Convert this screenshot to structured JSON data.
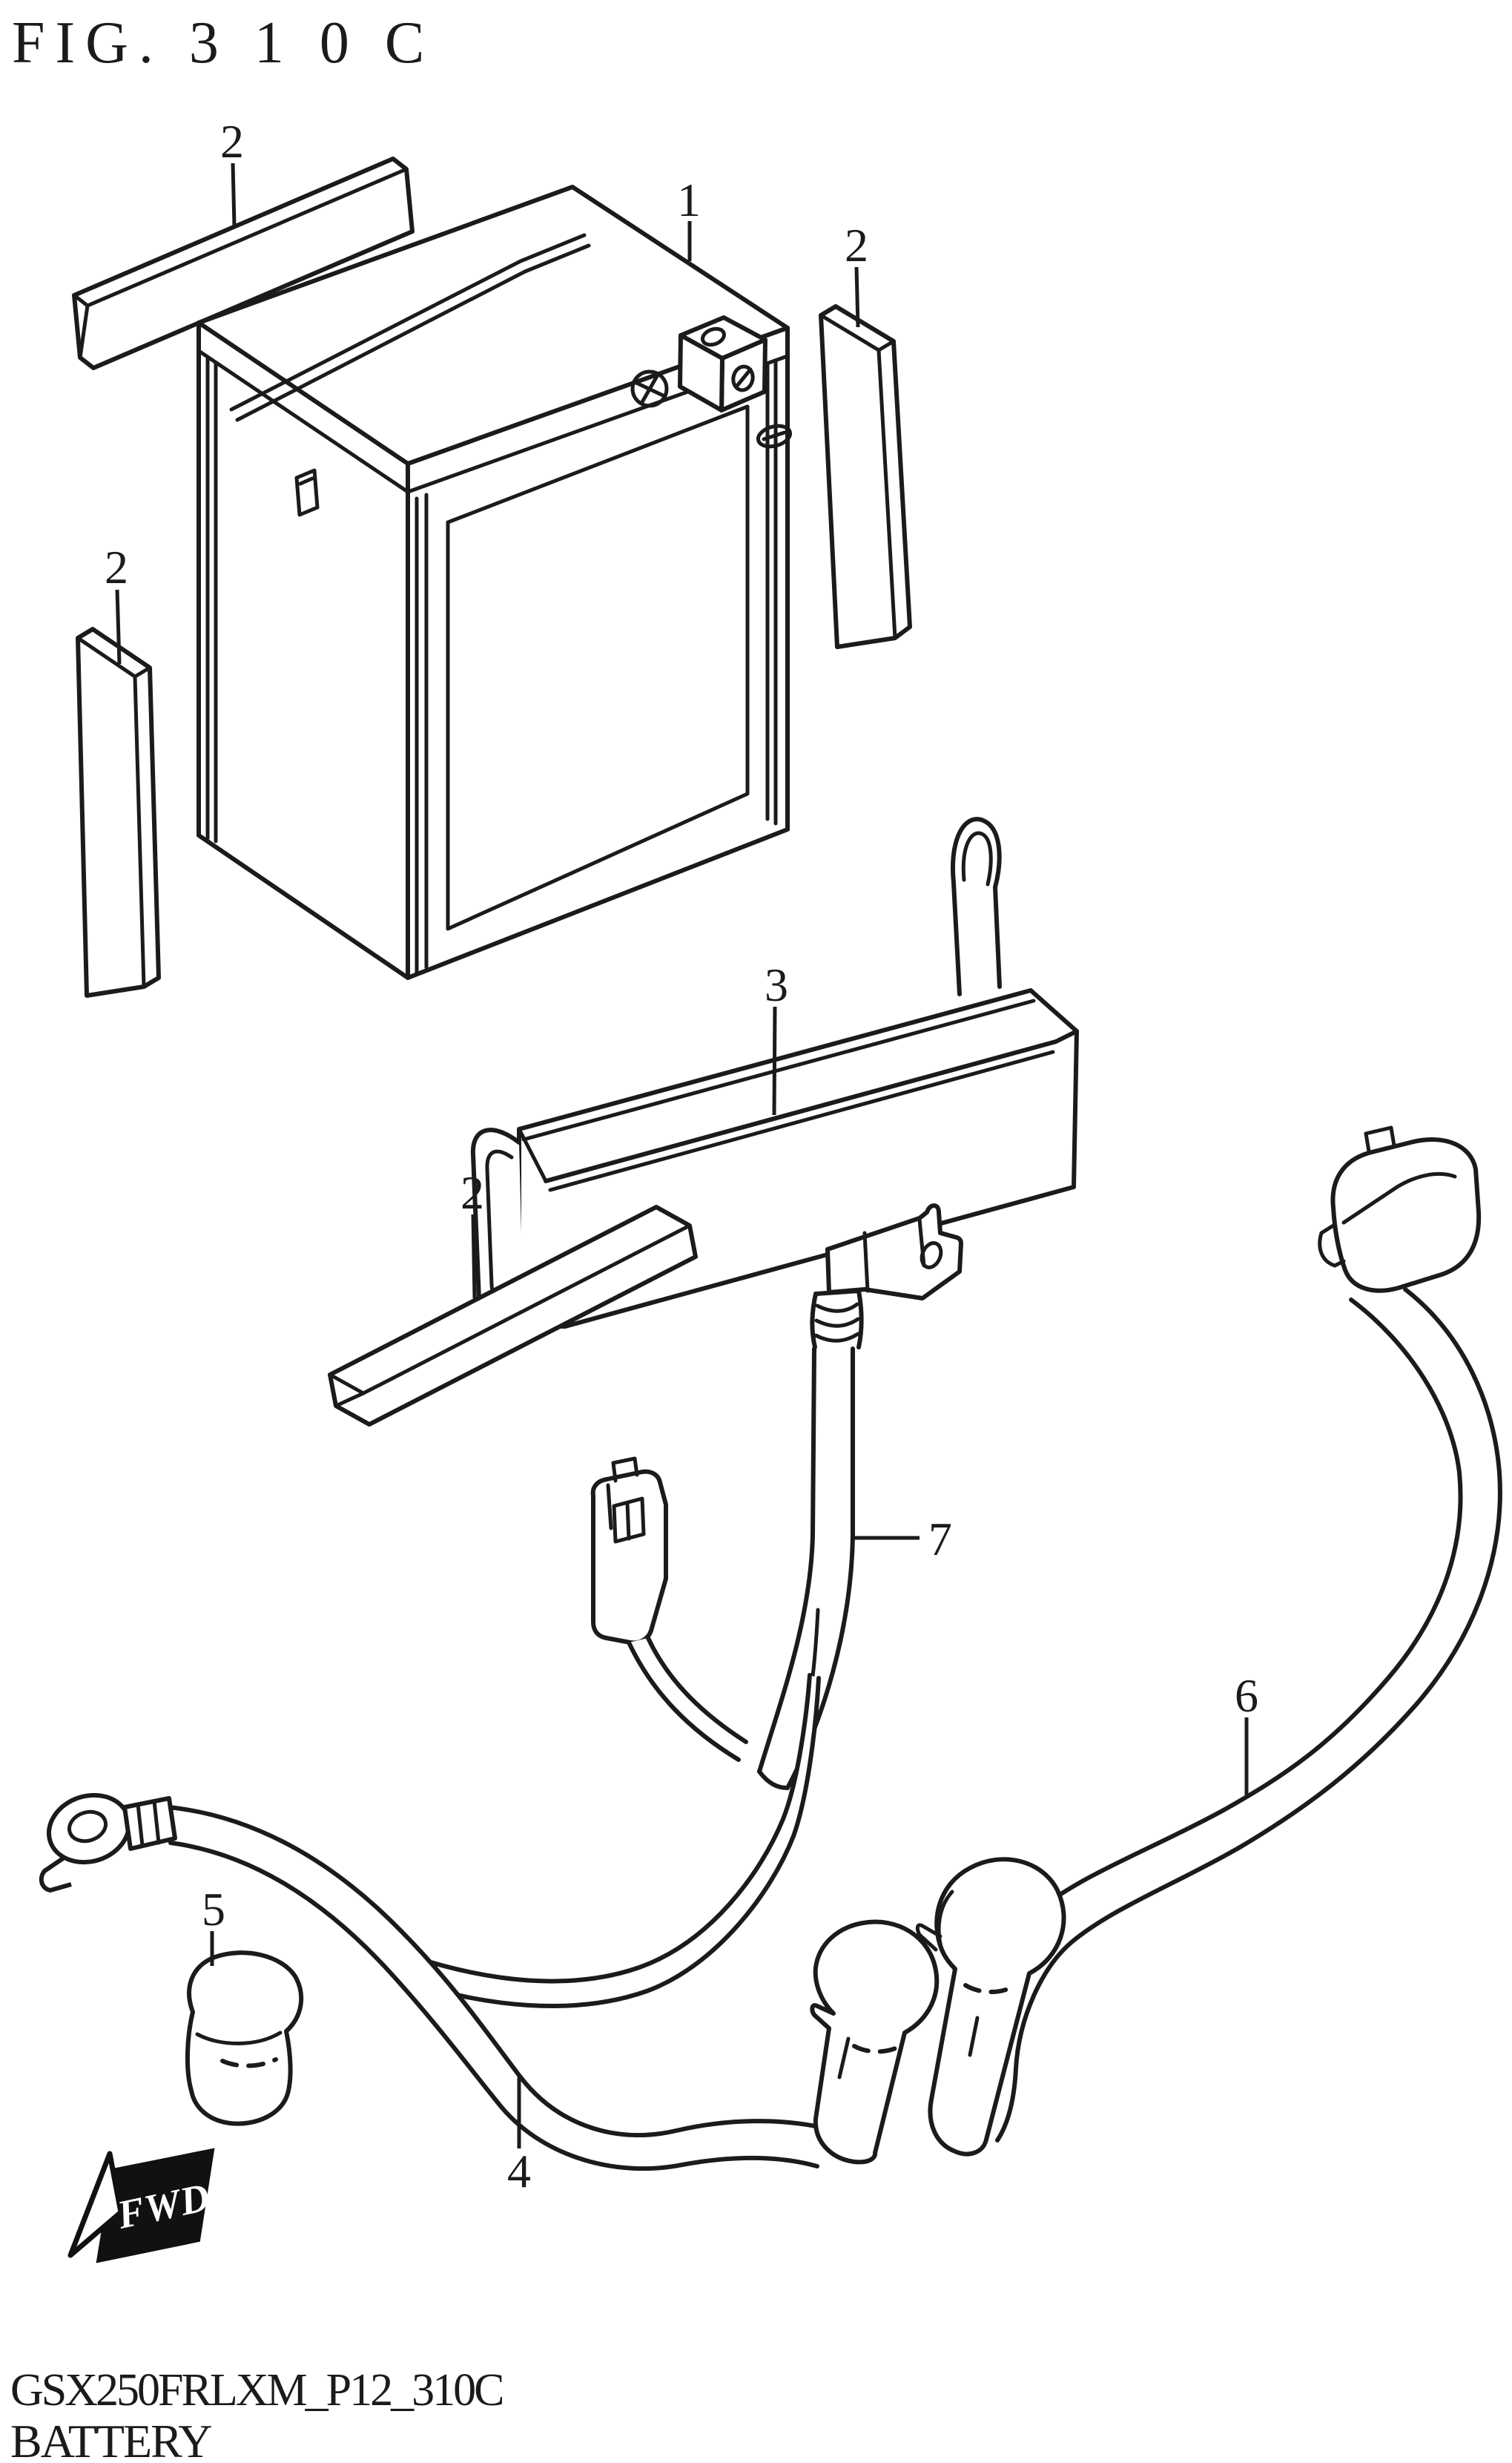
{
  "figure": {
    "title": "FIG. 3 1 0 C"
  },
  "footer": {
    "code": "GSX250FRLXM_P12_310C",
    "name": "BATTERY"
  },
  "fwd": {
    "label": "FWD"
  },
  "colors": {
    "line": "#1b1b1b",
    "background": "#ffffff",
    "fwd_background": "#111111",
    "fwd_text": "#ffffff"
  },
  "callouts": {
    "battery": "1",
    "cushion_top": "2",
    "cushion_right": "2",
    "cushion_left": "2",
    "cushion_bottom": "2",
    "band": "3",
    "wire_minus": "4",
    "terminal_cap": "5",
    "wire_cover": "6",
    "wire_plus": "7"
  }
}
